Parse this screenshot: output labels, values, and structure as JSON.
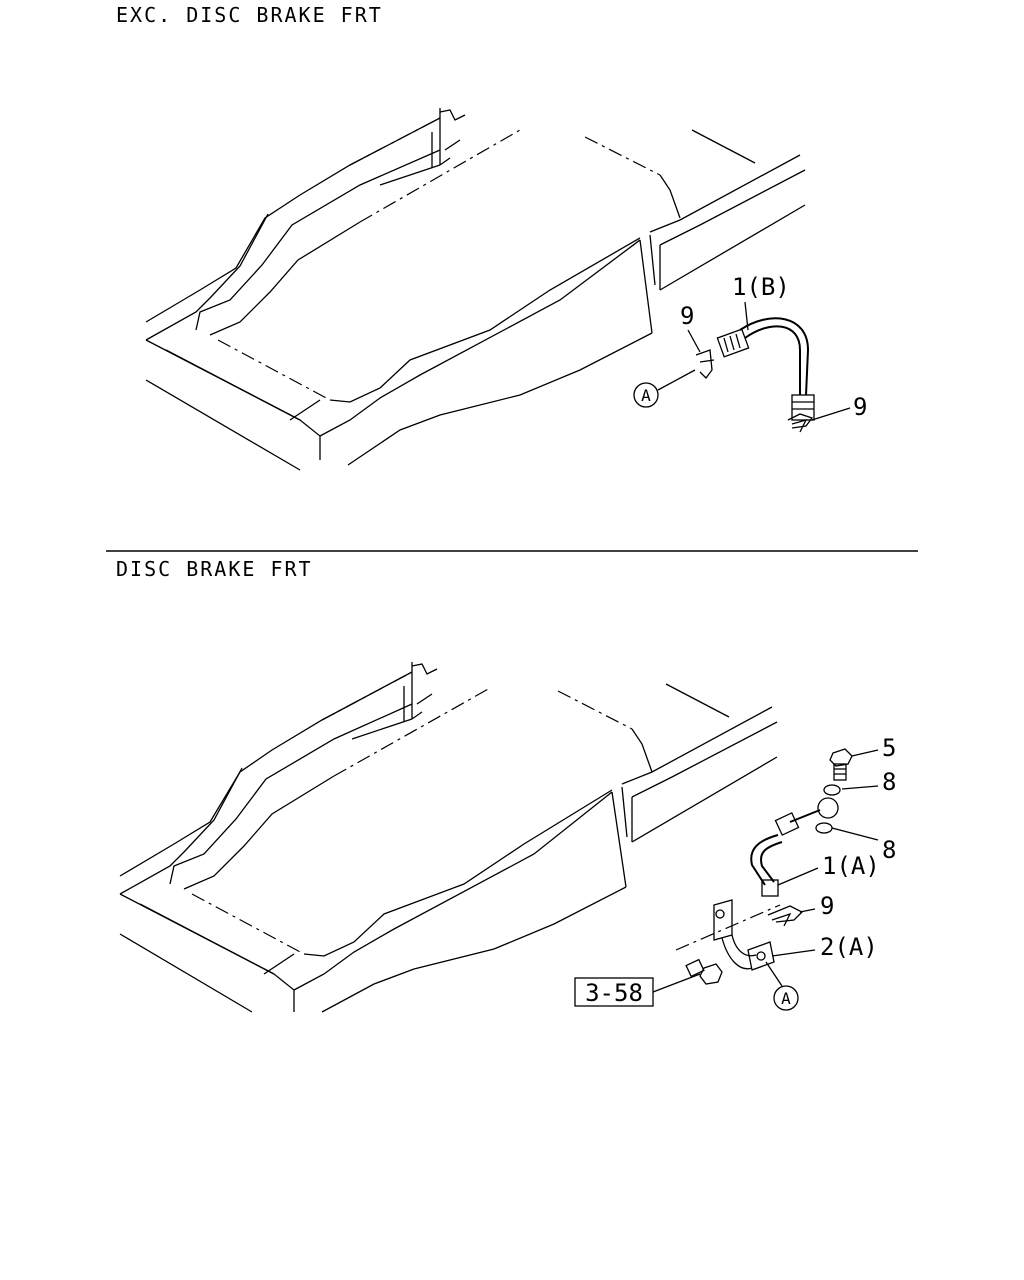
{
  "sections": [
    {
      "title": "EXC. DISC BRAKE FRT",
      "callouts": [
        "1(B)",
        "9",
        "9"
      ],
      "ref_marker": "A"
    },
    {
      "title": "DISC BRAKE FRT",
      "callouts": [
        "5",
        "8",
        "8",
        "1(A)",
        "9",
        "2(A)"
      ],
      "ref_marker": "A",
      "ref_box": "3-58"
    }
  ]
}
